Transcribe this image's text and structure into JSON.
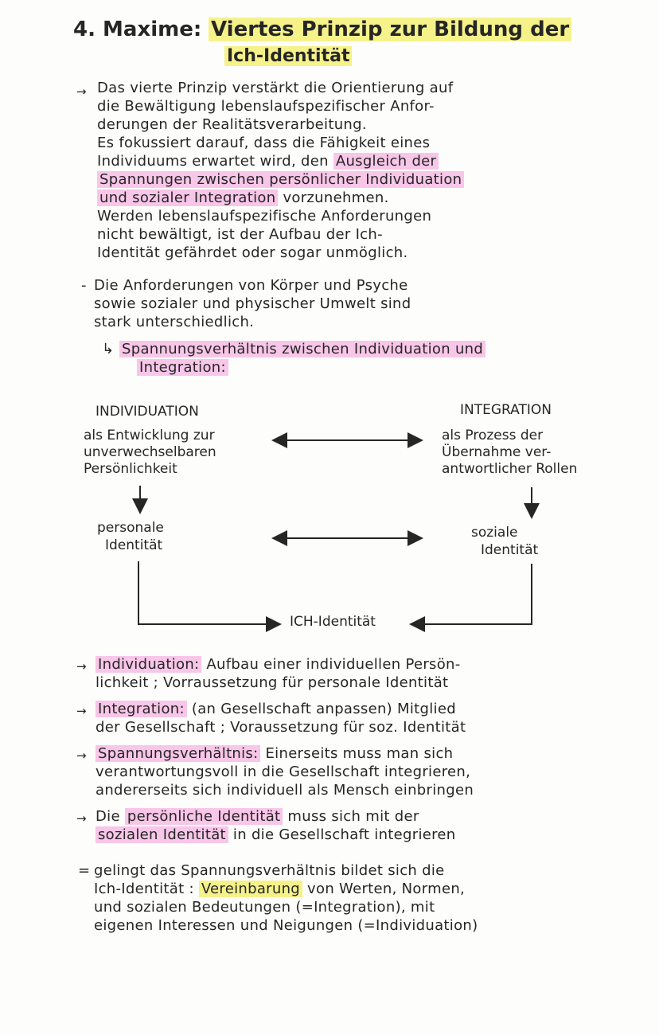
{
  "title": {
    "prefix": "4. Maxime:",
    "main": "Viertes Prinzip zur Bildung der",
    "line2": "Ich-Identität"
  },
  "intro": {
    "marker": "→",
    "lines": [
      "Das vierte Prinzip verstärkt die Orientierung auf",
      "die Bewältigung lebenslaufspezifischer Anfor-",
      "derungen der Realitätsverarbeitung.",
      "Es fokussiert darauf, dass die Fähigkeit eines",
      "Individuums erwartet wird, den "
    ],
    "hl_ausgleich": "Ausgleich der",
    "line5_tail": "",
    "hl_spannungen": "Spannungen zwischen persönlicher Individuation",
    "hl_sozialer": "und sozialer Integration",
    "line7_tail": " vorzunehmen.",
    "lines_after": [
      "Werden lebenslaufspezifische Anforderungen",
      "nicht bewältigt, ist der Aufbau der Ich-",
      "Identität gefährdet oder sogar unmöglich."
    ]
  },
  "demands": {
    "marker": "-",
    "lines": [
      "Die Anforderungen von Körper und Psyche",
      "sowie sozialer und physischer Umwelt sind",
      "stark unterschiedlich."
    ],
    "arrow_marker": "↳",
    "tension_l1": "Spannungsverhältnis zwischen Individuation und",
    "tension_l2": "Integration:"
  },
  "diagram": {
    "left_title": "INDIVIDUATION",
    "left_desc": [
      "als Entwicklung zur",
      "unverwechselbaren",
      "Persönlichkeit"
    ],
    "right_title": "INTEGRATION",
    "right_desc": [
      "als Prozess der",
      "Übernahme ver-",
      "antwortlicher Rollen"
    ],
    "left_identity": [
      "personale",
      "Identität"
    ],
    "right_identity": [
      "soziale",
      "Identität"
    ],
    "center": "ICH-Identität"
  },
  "summary": [
    {
      "marker": "→",
      "hl": "Individuation:",
      "l1": " Aufbau einer individuellen Persön-",
      "l2": "lichkeit ; Vorraussetzung für personale Identität"
    },
    {
      "marker": "→",
      "hl": "Integration:",
      "l1": " (an Gesellschaft anpassen) Mitglied",
      "l2": "der Gesellschaft ; Voraussetzung für soz. Identität"
    },
    {
      "marker": "→",
      "hl": "Spannungsverhältnis:",
      "l1": " Einerseits muss man sich",
      "l2": "verantwortungsvoll in die Gesellschaft integrieren,",
      "l3": "andererseits sich individuell als Mensch einbringen"
    },
    {
      "marker": "→",
      "pre": "Die ",
      "hl": "persönliche Identität",
      "l1": " muss sich mit der",
      "hl2": "sozialen Identität",
      "l2": " in die Gesellschaft integrieren"
    }
  ],
  "conclusion": {
    "marker": "=",
    "l1": "gelingt das Spannungsverhältnis bildet sich die",
    "l2_pre": "Ich-Identität : ",
    "l2_hl": "Vereinbarung",
    "l2_post": " von Werten, Normen,",
    "l3": "und sozialen Bedeutungen (=Integration), mit",
    "l4": "eigenen Interessen und Neigungen (=Individuation)"
  },
  "colors": {
    "highlight_yellow": "#f6f28a",
    "highlight_pink": "#f8c6e8",
    "ink": "#262626"
  }
}
